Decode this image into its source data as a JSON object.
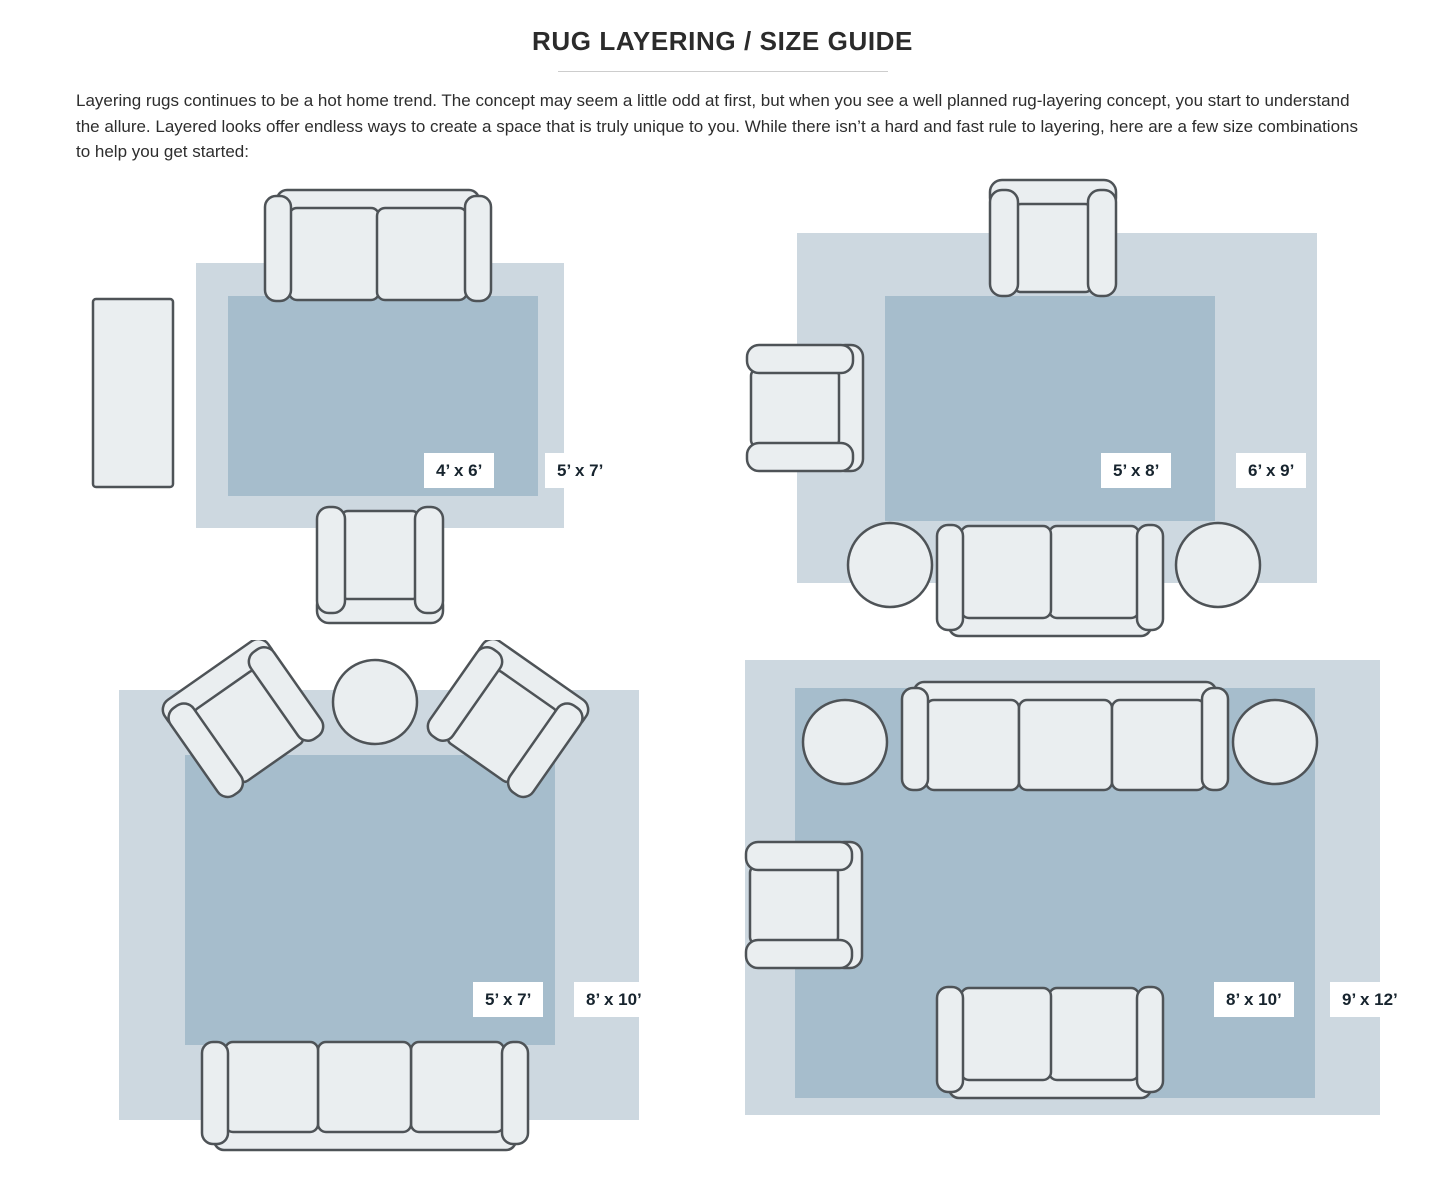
{
  "title": "RUG LAYERING / SIZE GUIDE",
  "intro": "Layering rugs continues to be a hot home trend. The concept may seem a little odd at first, but when you see a well planned rug-layering concept, you start to understand the allure. Layered looks offer endless ways to create a space that is truly unique to you. While there isn’t a hard and fast rule to layering, here are a few size combinations to help you get started:",
  "diagrams": [
    {
      "id": "top-left",
      "inner_label": "4’ x 6’",
      "outer_label": "5’ x 7’"
    },
    {
      "id": "top-right",
      "inner_label": "5’ x 8’",
      "outer_label": "6’ x 9’"
    },
    {
      "id": "bottom-left",
      "inner_label": "5’ x 7’",
      "outer_label": "8’ x 10’"
    },
    {
      "id": "bottom-right",
      "inner_label": "8’ x 10’",
      "outer_label": "9’ x 12’"
    }
  ],
  "colors": {
    "outer_rug": "#cdd8e0",
    "inner_rug": "#a6bdcc",
    "furniture_fill": "#eaeef0",
    "furniture_stroke": "#4e5357"
  }
}
